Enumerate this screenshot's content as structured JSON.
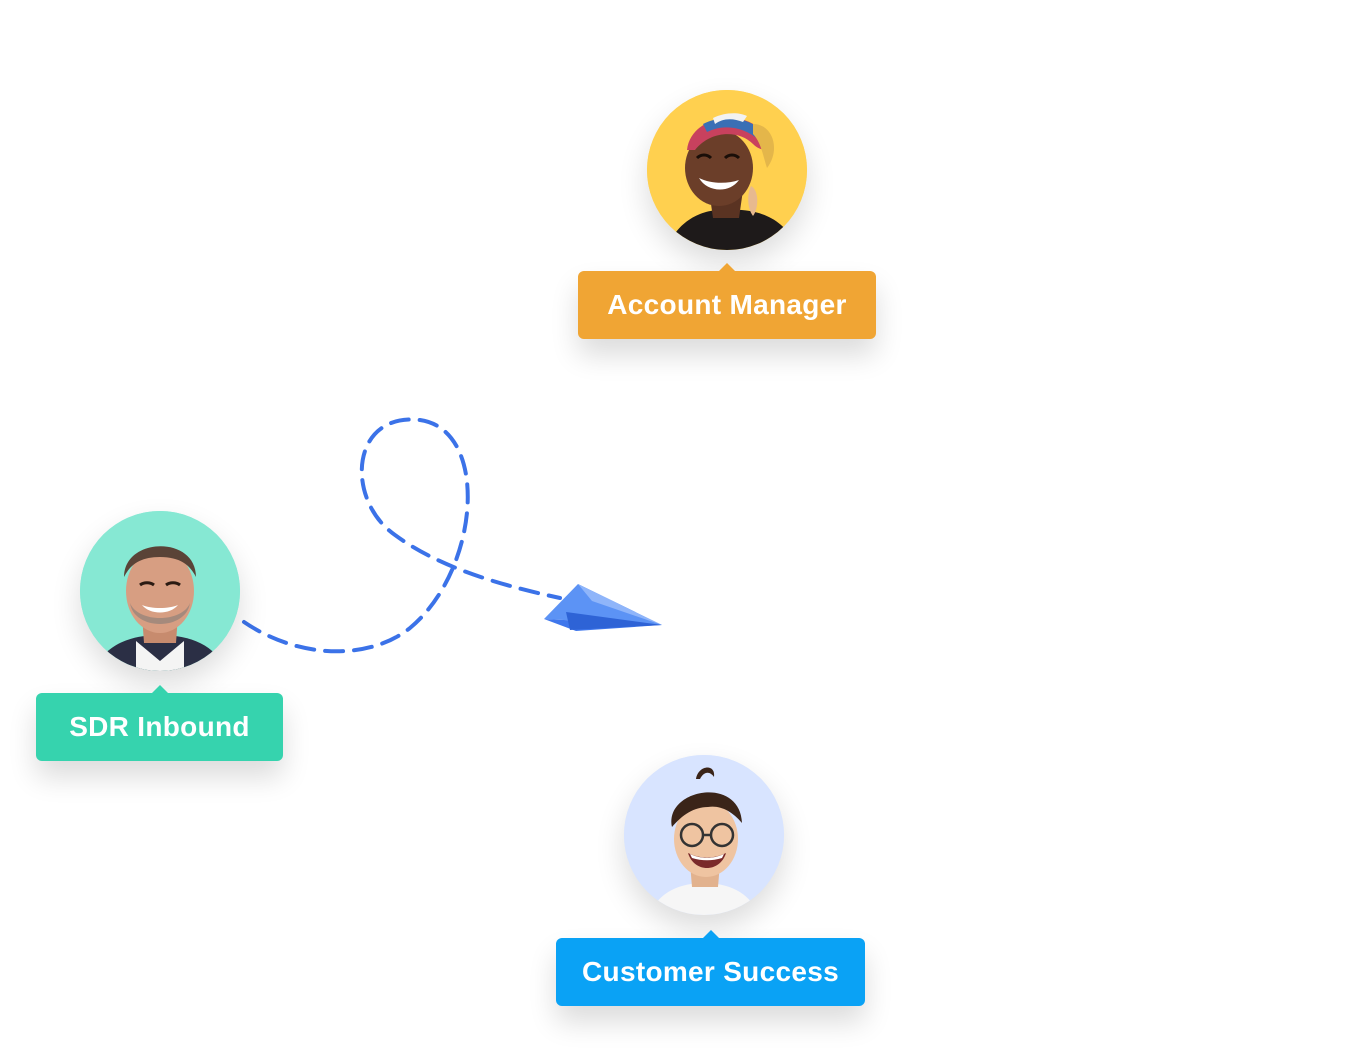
{
  "roles": {
    "account_manager": {
      "label": "Account Manager",
      "tag_color": "#F0A534",
      "avatar_bg": "#FFD04F"
    },
    "sdr_inbound": {
      "label": "SDR Inbound",
      "tag_color": "#36D3AE",
      "avatar_bg": "#86E8D3"
    },
    "customer_success": {
      "label": "Customer Success",
      "tag_color": "#0AA2F5",
      "avatar_bg": "#D8E4FF"
    }
  },
  "route": {
    "line_color": "#3B72E8",
    "plane_color": "#5C93F5",
    "icon": "paper-plane-icon"
  }
}
